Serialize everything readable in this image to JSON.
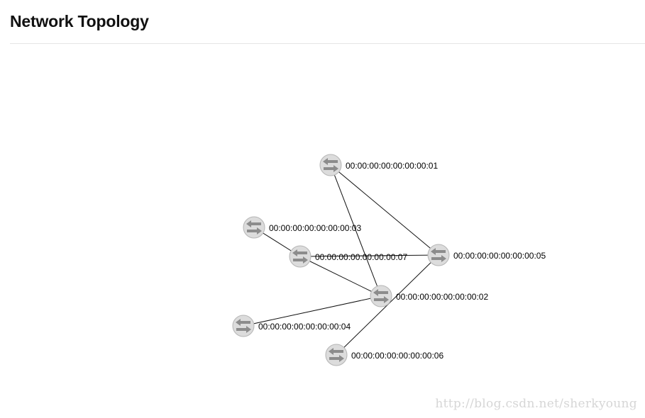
{
  "header": {
    "title": "Network Topology"
  },
  "topology": {
    "node_icon": "switch-icon",
    "colors": {
      "node_fill": "#dcdcdc",
      "node_stroke": "#b5b5b5",
      "arrow": "#8c8c8c",
      "link": "#111111"
    },
    "nodes": [
      {
        "id": "01",
        "label": "00:00:00:00:00:00:00:01"
      },
      {
        "id": "02",
        "label": "00:00:00:00:00:00:00:02"
      },
      {
        "id": "03",
        "label": "00:00:00:00:00:00:00:03"
      },
      {
        "id": "04",
        "label": "00:00:00:00:00:00:00:04"
      },
      {
        "id": "05",
        "label": "00:00:00:00:00:00:00:05"
      },
      {
        "id": "06",
        "label": "00:00:00:00:00:00:00:06"
      },
      {
        "id": "07",
        "label": "00:00:00:00:00:00:00:07"
      }
    ],
    "links": [
      {
        "source": "01",
        "target": "05"
      },
      {
        "source": "01",
        "target": "02"
      },
      {
        "source": "03",
        "target": "07"
      },
      {
        "source": "07",
        "target": "05"
      },
      {
        "source": "07",
        "target": "02"
      },
      {
        "source": "04",
        "target": "02"
      },
      {
        "source": "05",
        "target": "06"
      }
    ]
  },
  "watermark": {
    "text": "http://blog.csdn.net/sherkyoung"
  }
}
